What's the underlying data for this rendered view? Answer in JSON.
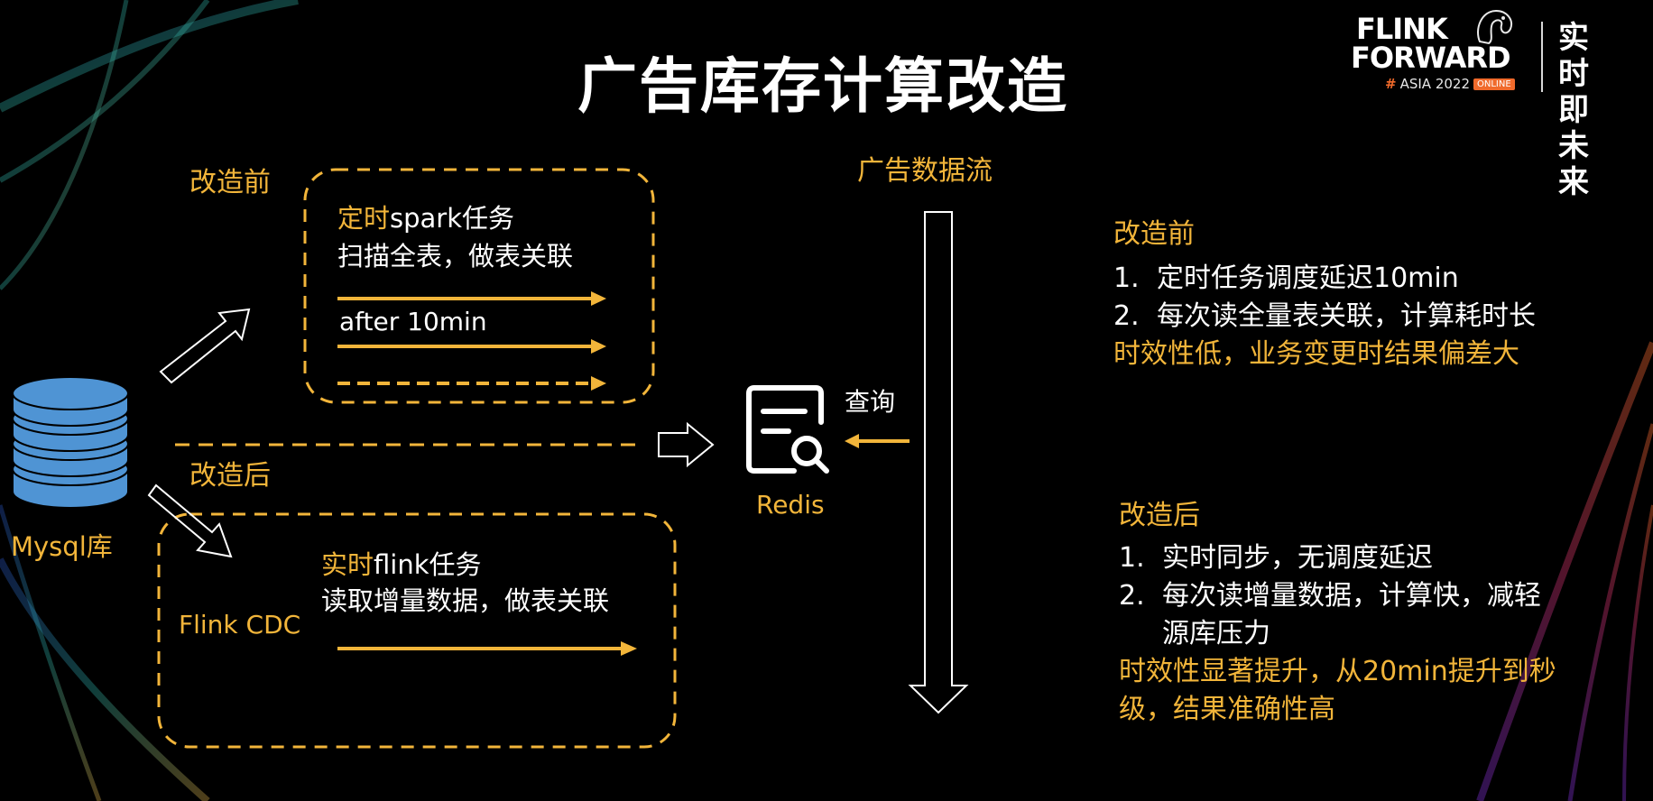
{
  "slide": {
    "title": "广告库存计算改造",
    "colors": {
      "accent": "#f2b53a",
      "text": "#ffffff",
      "background": "#000000",
      "db": "#4f94d4"
    }
  },
  "logo": {
    "line1": "FLINK",
    "line2": "FORWARD",
    "hash": "#",
    "event": "ASIA 2022",
    "badge": "ONLINE",
    "slogan": "实时即未来"
  },
  "diagram": {
    "before_label": "改造前",
    "before_task_prefix": "定时",
    "before_task_suffix": "spark任务",
    "before_task_desc": "扫描全表，做表关联",
    "before_delay": "after 10min",
    "after_label": "改造后",
    "after_task_prefix": "实时",
    "after_task_suffix": "flink任务",
    "after_task_desc": "读取增量数据，做表关联",
    "cdc_label": "Flink CDC",
    "db_label": "Mysql库",
    "redis_label": "Redis",
    "query_label": "查询",
    "flow_label": "广告数据流"
  },
  "notes": {
    "before": {
      "heading": "改造前",
      "items": [
        {
          "num": "1.",
          "text": "定时任务调度延迟10min"
        },
        {
          "num": "2.",
          "text": "每次读全量表关联，计算耗时长"
        }
      ],
      "summary": "时效性低，业务变更时结果偏差大"
    },
    "after": {
      "heading": "改造后",
      "items": [
        {
          "num": "1.",
          "text": "实时同步，无调度延迟"
        },
        {
          "num": "2.",
          "text": "每次读增量数据，计算快，减轻",
          "cont": "源库压力"
        }
      ],
      "summary_line1": "时效性显著提升，从20min提升到秒",
      "summary_line2": "级，结果准确性高"
    }
  }
}
